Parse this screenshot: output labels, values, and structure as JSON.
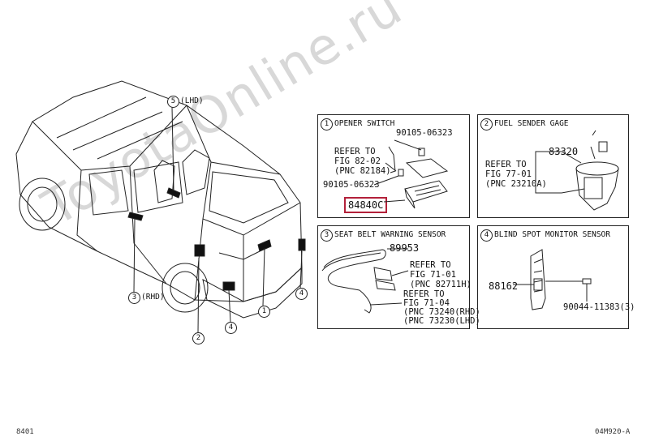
{
  "watermark": "ToyotaOnline.ru",
  "overview": {
    "callouts": [
      {
        "number": "5",
        "suffix": "(LHD)"
      },
      {
        "number": "3",
        "suffix": "(RHD)"
      },
      {
        "number": "2",
        "suffix": ""
      },
      {
        "number": "4",
        "suffix": ""
      },
      {
        "number": "1",
        "suffix": ""
      },
      {
        "number": "4",
        "suffix": ""
      }
    ]
  },
  "panels": [
    {
      "number": "1",
      "title": "OPENER SWITCH",
      "parts": [
        "90105-06323",
        "90105-06323",
        "84840C"
      ],
      "refs": [
        {
          "lines": [
            "REFER TO",
            "FIG 82-02",
            "(PNC 82184)"
          ]
        }
      ]
    },
    {
      "number": "2",
      "title": "FUEL SENDER GAGE",
      "parts": [
        "83320"
      ],
      "refs": [
        {
          "lines": [
            "REFER TO",
            "FIG 77-01",
            "(PNC 23210A)"
          ]
        }
      ]
    },
    {
      "number": "3",
      "title": "SEAT BELT WARNING SENSOR",
      "parts": [
        "89953"
      ],
      "refs": [
        {
          "lines": [
            "REFER TO",
            "FIG 71-01",
            "(PNC 82711H)"
          ]
        },
        {
          "lines": [
            "REFER TO",
            "FIG 71-04",
            "(PNC 73240(RHD)",
            "(PNC 73230(LHD)"
          ]
        }
      ]
    },
    {
      "number": "4",
      "title": "BLIND SPOT MONITOR SENSOR",
      "parts": [
        "88162",
        "90044-11383(3)"
      ],
      "refs": []
    }
  ],
  "footer": {
    "left": "8401",
    "right": "04M920-A"
  },
  "colors": {
    "highlight": "#b3213a",
    "line": "#222222",
    "watermark": "#d8d8d8"
  }
}
